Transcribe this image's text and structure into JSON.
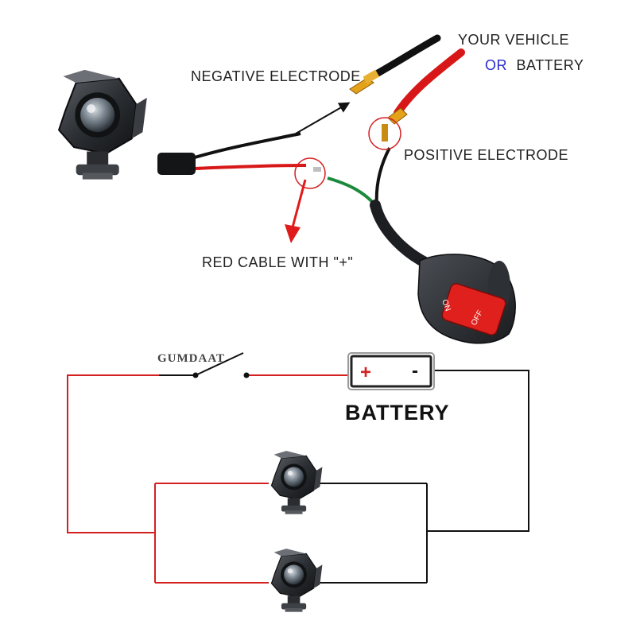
{
  "colors": {
    "red_wire": "#d81818",
    "black_wire": "#111111",
    "schematic_red": "#d42020",
    "schematic_black": "#111111",
    "switch_red": "#e0201c",
    "or_blue": "#2a2ad0",
    "arrow_red": "#e01b1b"
  },
  "labels": {
    "negative": "NEGATIVE ELECTRODE",
    "positive": "POSITIVE ELECTRODE",
    "vehicle_line1": "YOUR VEHICLE",
    "vehicle_or": "OR",
    "vehicle_battery": "BATTERY",
    "red_cable": "RED CABLE WITH \"+\""
  },
  "switch": {
    "on_label": "ON",
    "off_label": "OFF"
  },
  "schematic": {
    "watermark": "GUMDAAT",
    "battery_plus": "+",
    "battery_minus": "-",
    "battery_title": "BATTERY"
  },
  "icons": [
    "fog-light-icon",
    "handlebar-switch-icon",
    "battery-icon",
    "switch-symbol-icon"
  ]
}
